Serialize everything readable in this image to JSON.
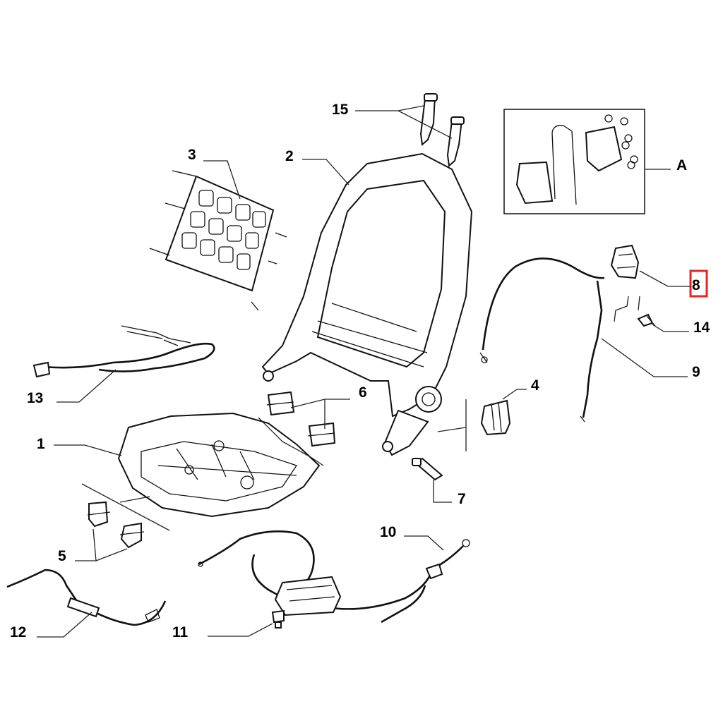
{
  "callouts": {
    "c1": "1",
    "c2": "2",
    "c3": "3",
    "c4": "4",
    "c5": "5",
    "c6": "6",
    "c7": "7",
    "c8": "8",
    "c9": "9",
    "c10": "10",
    "c11": "11",
    "c12": "12",
    "c13": "13",
    "c14": "14",
    "c15": "15",
    "cA": "A"
  },
  "highlight": {
    "callout": "8",
    "color": "#e8251f"
  }
}
